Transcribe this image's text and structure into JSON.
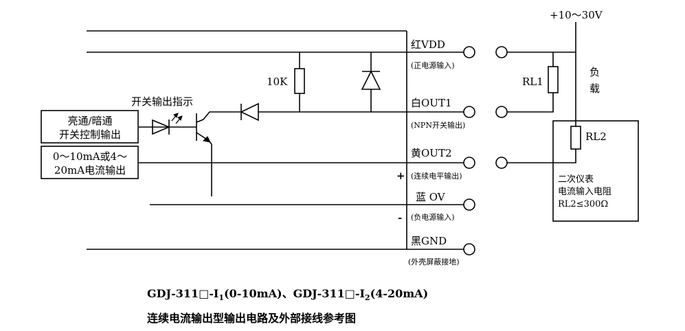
{
  "diagram": {
    "supply": "+10～30V",
    "resistor_10k": "10K",
    "led_caption": "开关输出指示",
    "box_switch": {
      "line1": "亮通/暗通",
      "line2": "开关控制输出"
    },
    "box_current": {
      "line1": "0～10mA或4～",
      "line2": "20mA电流输出"
    },
    "terminals": [
      {
        "name": "红VDD",
        "desc": "(正电源输入)"
      },
      {
        "name": "白OUT1",
        "desc": "(NPN开关输出)"
      },
      {
        "name": "黄OUT2",
        "desc": "(连续电平输出)"
      },
      {
        "name": "蓝 OV",
        "desc": "(负电源输入)"
      },
      {
        "name": "黑GND",
        "desc": "(外壳屏蔽接地)"
      }
    ],
    "plus_sign": "+",
    "minus_sign": "-",
    "rl1": "RL1",
    "rl2": "RL2",
    "load_char1": "负",
    "load_char2": "载",
    "instrument": {
      "line1": "二次仪表",
      "line2": "电流输入电阻",
      "line3": "RL2≤300Ω"
    }
  },
  "caption": {
    "line1_part1": "GDJ-311□-I",
    "sub1": "1",
    "line1_part2": "(0-10mA)、GDJ-311□-I",
    "sub2": "2",
    "line1_part3": "(4-20mA)",
    "line2": "连续电流输出型输出电路及外部接线参考图"
  }
}
